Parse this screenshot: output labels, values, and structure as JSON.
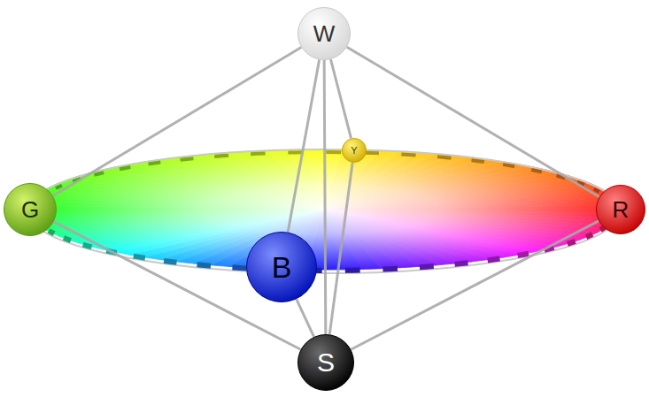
{
  "diagram": {
    "nodes": [
      {
        "text": [
          "W"
        ]
      },
      {
        "text": [
          "Y"
        ]
      },
      {
        "text": [
          "G"
        ]
      },
      {
        "text": [
          "R"
        ]
      },
      {
        "text": [
          "B"
        ]
      },
      {
        "text": [
          "S"
        ]
      }
    ],
    "edges": [
      {
        "from": 0,
        "to": 2,
        "arrow": "none"
      },
      {
        "from": 0,
        "to": 3,
        "arrow": "none"
      },
      {
        "from": 0,
        "to": 1,
        "arrow": "none"
      },
      {
        "from": 0,
        "to": 4,
        "arrow": "none"
      },
      {
        "from": 0,
        "to": 5,
        "arrow": "none"
      },
      {
        "from": 5,
        "to": 2,
        "arrow": "none"
      },
      {
        "from": 5,
        "to": 3,
        "arrow": "none"
      },
      {
        "from": 5,
        "to": 1,
        "arrow": "none"
      },
      {
        "from": 5,
        "to": 4,
        "arrow": "none"
      }
    ]
  }
}
